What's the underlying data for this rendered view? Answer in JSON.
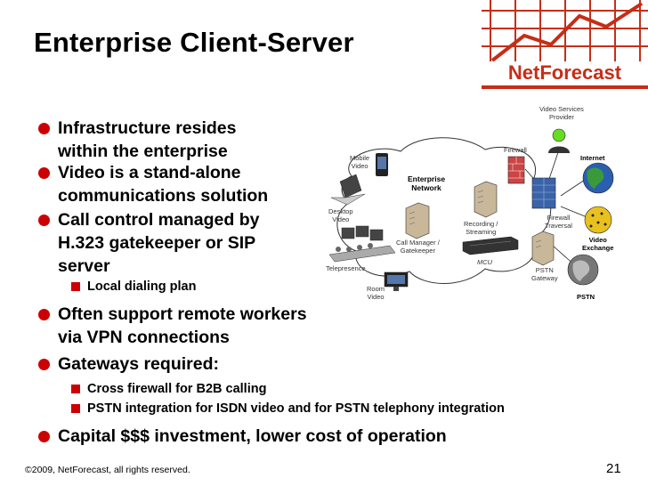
{
  "title": "Enterprise Client-Server",
  "logo": {
    "name": "NetForecast",
    "color": "#c62e17"
  },
  "accent_color": "#cc0000",
  "bullets": {
    "b1": [
      "Infrastructure resides",
      "within the enterprise"
    ],
    "b2": [
      "Video is a stand-alone",
      "communications solution"
    ],
    "b3": [
      "Call control managed by",
      "H.323 gatekeeper or SIP",
      "server"
    ],
    "b3_sub1": "Local dialing plan",
    "b4": [
      "Often support remote workers",
      "via VPN connections"
    ],
    "b5": "Gateways required:",
    "b5_sub1": "Cross firewall for B2B calling",
    "b5_sub2": "PSTN integration for ISDN video and for PSTN telephony integration",
    "b6": "Capital $$$ investment, lower cost of operation"
  },
  "diagram": {
    "video_services": [
      "Video Services",
      "Provider"
    ],
    "internet": "Internet",
    "firewall": "Firewall",
    "mobile": [
      "Mobile",
      "Video"
    ],
    "enterprise": [
      "Enterprise",
      "Network"
    ],
    "desktop": [
      "Desktop",
      "Video"
    ],
    "fw_traversal": [
      "Firewall",
      "Traversal"
    ],
    "recording": [
      "Recording /",
      "Streaming"
    ],
    "video_exchange": [
      "Video",
      "Exchange"
    ],
    "call_manager": [
      "Call Manager /",
      "Gatekeeper"
    ],
    "mcu": "MCU",
    "telepresence": "Telepresence",
    "pstn_gateway": [
      "PSTN",
      "Gateway"
    ],
    "room": [
      "Room",
      "Video"
    ],
    "pstn": "PSTN"
  },
  "footer": "©2009, NetForecast, all rights reserved.",
  "page_number": "21"
}
